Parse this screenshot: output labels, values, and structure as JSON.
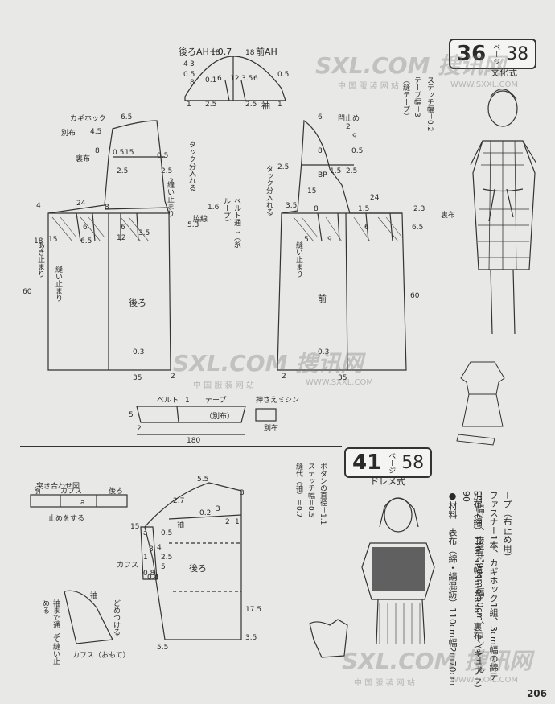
{
  "upper": {
    "page_box": {
      "num": "36",
      "unit": "ページ",
      "page": "38",
      "style": "文化式"
    },
    "stitch_note": [
      "ステッチ幅＝0.2",
      "テープ幅＝3",
      "（縫テープ）"
    ],
    "sleeve": {
      "back_ah": "後ろAH＋0.7",
      "front_ah": "前AH",
      "label": "袖",
      "dims": [
        "18",
        "18",
        "4",
        "3",
        "0.5",
        "0.5",
        "6",
        "12",
        "3.5",
        "6",
        "1",
        "2.5",
        "2.5",
        "1",
        "0.1",
        "8"
      ]
    },
    "back": {
      "label": "後ろ",
      "kagi_hook": "カギホック",
      "betsu": "別布",
      "ura": "裏布",
      "tuck": "タック分入れる",
      "nui_tomari": "縫い止まり",
      "yokosen": "脇線",
      "akidomari": "あき止まり",
      "belt_loop": "ベルト通し（糸ループ）",
      "dims": [
        "6.5",
        "4.5",
        "15",
        "0.5",
        "8",
        "0.5",
        "2.5",
        "2.5",
        "2",
        "24",
        "4",
        "8",
        "6",
        "12",
        "3.5",
        "15",
        "6",
        "6.5",
        "18",
        "60",
        "0.3",
        "35",
        "2",
        "5.3",
        "1.6"
      ]
    },
    "front": {
      "label": "前",
      "mondome": "閂止め",
      "tuck": "タック分入れる",
      "nui_tomari": "縫い止まり",
      "bp": "BP",
      "ura": "裏布",
      "dims": [
        "6",
        "2",
        "9",
        "0.5",
        "8",
        "2.5",
        "1.5",
        "2.5",
        "3.5",
        "15",
        "24",
        "5",
        "9",
        "6",
        "8",
        "2.3",
        "6.5",
        "1.5",
        "60",
        "0.3",
        "35",
        "2"
      ]
    },
    "belt": {
      "label": "ベルト",
      "tape": "テープ",
      "betsu": "（別布）",
      "osae": "押さえミシン",
      "betsu2": "別布",
      "dims": [
        "1",
        "5",
        "2",
        "180"
      ]
    }
  },
  "lower": {
    "page_box": {
      "num": "41",
      "unit": "ページ",
      "page": "58",
      "style": "ドレメ式"
    },
    "button_note": [
      "ボタンの直径＝1.1",
      "ステッチ幅＝0.5",
      "縫代（袖）＝0.7"
    ],
    "tsukiawase": {
      "title": "突き合わせ図",
      "mae": "前",
      "cuffs": "カフス",
      "ushiro": "後ろ",
      "a": "a",
      "tomeru": "止めをする"
    },
    "body": {
      "label": "後ろ",
      "sleeve": "袖",
      "cuffs": "カフス",
      "dims": [
        "5.5",
        "3",
        "2.7",
        "3",
        "0.2",
        "2",
        "1",
        "15",
        "0.5",
        "4",
        "2.5",
        "5",
        "8",
        "0.4",
        "17.5",
        "3.5",
        "5.5",
        "1",
        "0.8",
        "a"
      ]
    },
    "detail": {
      "sode": "袖",
      "dome": "どめつける",
      "note": "袖まで通して縫い止める",
      "cuffs_front": "カフス（おもて）"
    },
    "materials": [
      "●材料　表布（綿・絹混紡）110cm幅2m70cm",
      "別布（綿）110cm幅1m90cm、裏布（キュプラ）90",
      "cm幅2m、接着芯90cm幅50cm、コンシール",
      "ファスナー1本、カギホック1組、3cm幅の綿テ",
      "ープ（布止め用）"
    ]
  },
  "watermark": {
    "logo": "SXL.COM 搜讯网",
    "url": "WWW.SXXL.COM",
    "sub": "中 国 服 装 网 站"
  },
  "page_number": "206"
}
